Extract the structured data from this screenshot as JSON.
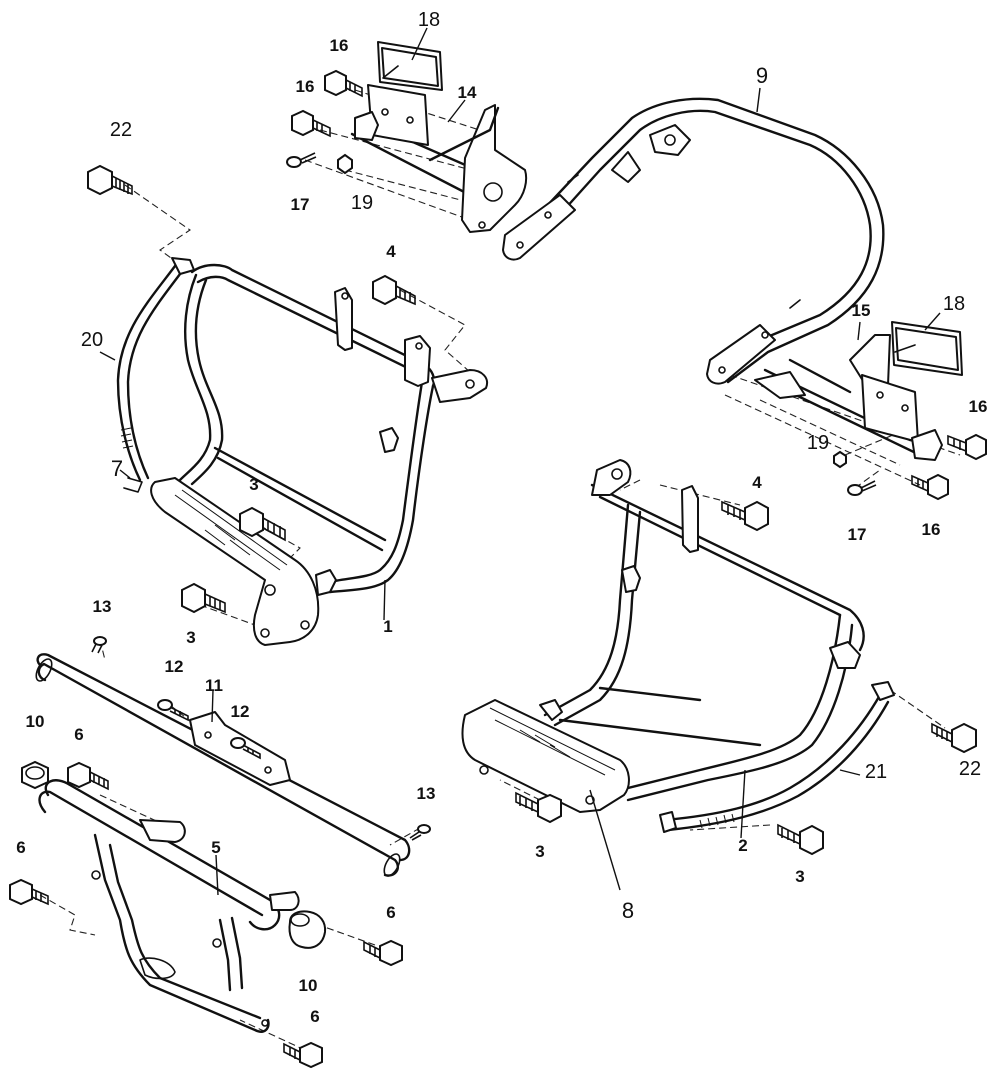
{
  "callouts": {
    "c1": "1",
    "c2": "2",
    "c3a": "3",
    "c3b": "3",
    "c3c": "3",
    "c3d": "3",
    "c4a": "4",
    "c4b": "4",
    "c5": "5",
    "c6a": "6",
    "c6b": "6",
    "c6c": "6",
    "c6d": "6",
    "c7": "7",
    "c8": "8",
    "c9": "9",
    "c10a": "10",
    "c10b": "10",
    "c11": "11",
    "c12a": "12",
    "c12b": "12",
    "c13a": "13",
    "c13b": "13",
    "c14": "14",
    "c15": "15",
    "c16a": "16",
    "c16b": "16",
    "c16c": "16",
    "c16d": "16",
    "c17a": "17",
    "c17b": "17",
    "c18a": "18",
    "c18b": "18",
    "c19a": "19",
    "c19b": "19",
    "c20": "20",
    "c21": "21",
    "c22a": "22",
    "c22b": "22"
  },
  "colors": {
    "line": "#111111",
    "background": "#ffffff"
  }
}
